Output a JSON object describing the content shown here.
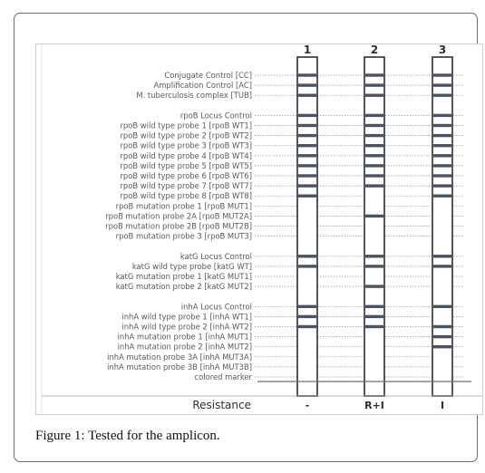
{
  "lane_numbers": [
    "1",
    "2",
    "3"
  ],
  "probes": [
    "Conjugate Control [CC]",
    "Amplification Control [AC]",
    "M. tuberculosis complex [TUB]",
    "",
    "rpoB Locus Control",
    "rpoB wild type probe 1 [rpoB WT1]",
    "rpoB wild type probe 2 [rpoB WT2]",
    "rpoB wild type probe 3 [rpoB WT3]",
    "rpoB wild type probe 4 [rpoB WT4]",
    "rpoB wild type probe 5 [rpoB WT5]",
    "rpoB wild type probe 6 [rpoB WT6]",
    "rpoB wild type probe 7 [rpoB WT7]",
    "rpoB wild type probe 8 [rpoB WT8]",
    "rpoB mutation probe 1 [rpoB MUT1]",
    "rpoB mutation probe 2A [rpoB MUT2A]",
    "rpoB mutation probe 2B [rpoB MUT2B]",
    "rpoB mutation probe 3 [rpoB MUT3]",
    "",
    "katG Locus Control",
    "katG wild type probe [katG WT]",
    "katG mutation probe 1 [katG MUT1]",
    "katG mutation probe 2 [katG MUT2]",
    "",
    "inhA Locus Control",
    "inhA wild type probe 1 [inhA WT1]",
    "inhA wild type probe 2 [inhA WT2]",
    "inhA mutation probe 1 [inhA MUT1]",
    "inhA mutation probe 2 [inhA MUT2]",
    "inhA mutation probe 3A [inhA MUT3A]",
    "inhA mutation probe 3B [inhA MUT3B]",
    "colored marker"
  ],
  "lanes": [
    {
      "number": "1",
      "bands": [
        0,
        1,
        2,
        4,
        5,
        6,
        7,
        8,
        9,
        10,
        11,
        12,
        18,
        19,
        23,
        24,
        25
      ]
    },
    {
      "number": "2",
      "bands": [
        0,
        1,
        2,
        4,
        5,
        6,
        7,
        8,
        9,
        10,
        11,
        14,
        18,
        19,
        21,
        23,
        24,
        25
      ]
    },
    {
      "number": "3",
      "bands": [
        0,
        1,
        2,
        4,
        5,
        6,
        7,
        8,
        9,
        10,
        11,
        12,
        18,
        19,
        23,
        25,
        26,
        27
      ]
    }
  ],
  "resistance_label": "Resistance",
  "resistance_values": [
    "-",
    "R+I",
    "I"
  ],
  "caption": {
    "label": "Figure 1:",
    "text": " Tested for the amplicon."
  },
  "colors": {
    "band": "#4a5266",
    "strip_border": "#2b2f33",
    "label_text": "#555a60"
  }
}
